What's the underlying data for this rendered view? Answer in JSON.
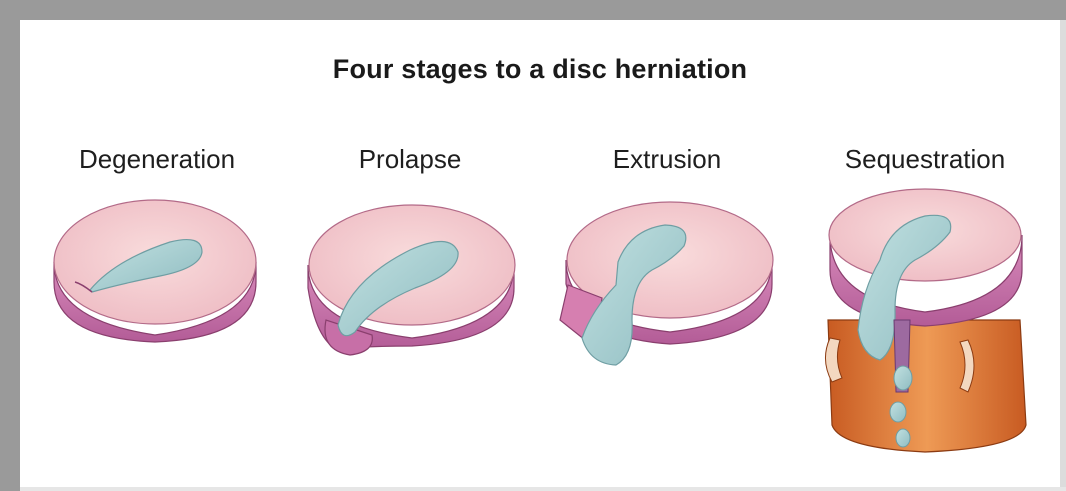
{
  "title": "Four stages to a disc herniation",
  "stages": [
    {
      "label": "Degeneration",
      "icon": "disc-degeneration-icon"
    },
    {
      "label": "Prolapse",
      "icon": "disc-prolapse-icon"
    },
    {
      "label": "Extrusion",
      "icon": "disc-extrusion-icon"
    },
    {
      "label": "Sequestration",
      "icon": "disc-sequestration-icon"
    }
  ],
  "colors": {
    "annulus_top": "#f3c9cd",
    "annulus_side": "#c76fa7",
    "nucleus": "#a9d1d3",
    "vertebra": "#e07a35",
    "frame": "#9a9a9a"
  }
}
